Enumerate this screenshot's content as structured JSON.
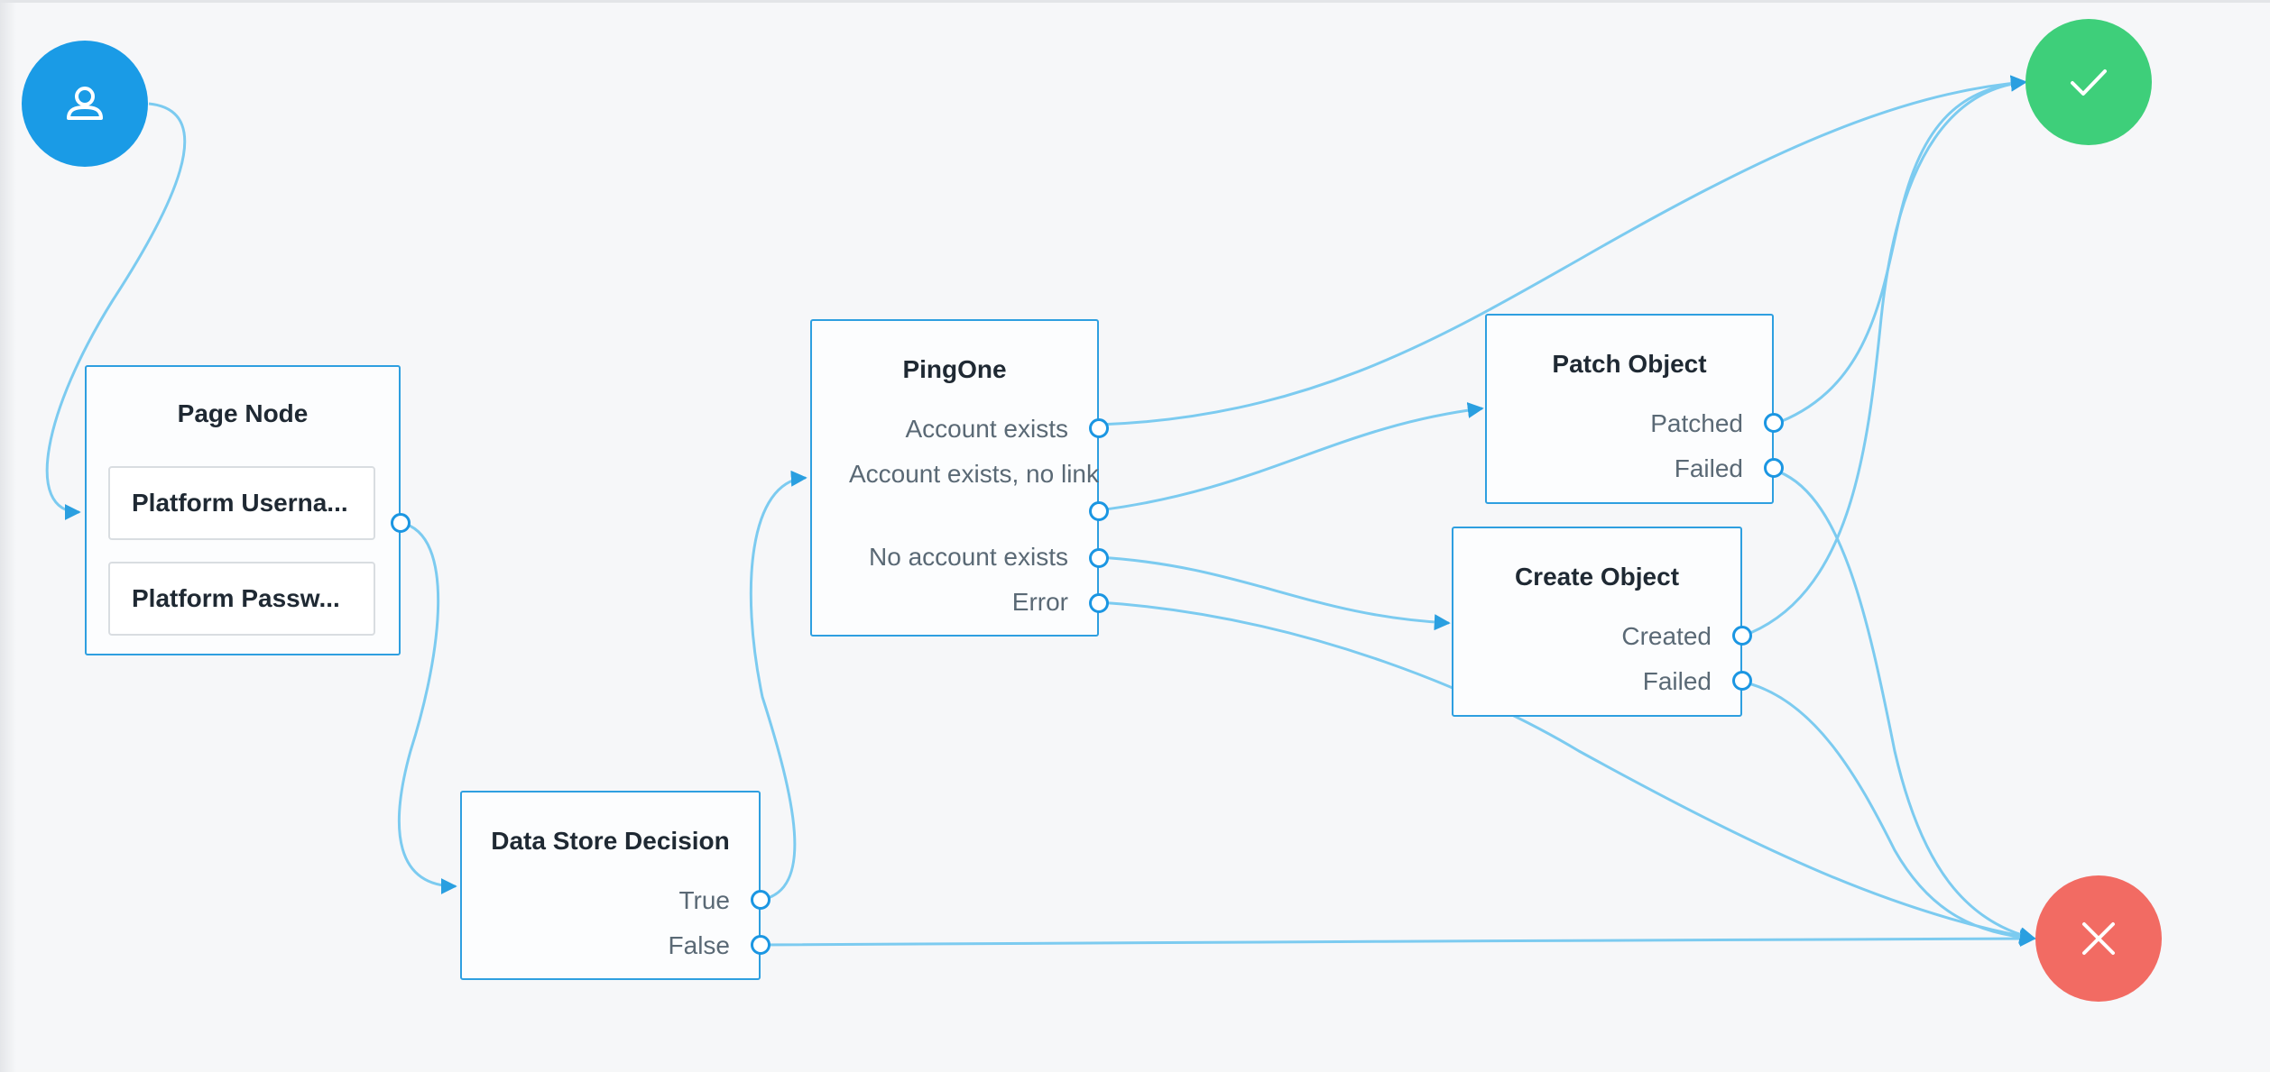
{
  "canvas": {
    "colors": {
      "link": "#7ccbf0",
      "port": "#1b96e2",
      "node_border": "#2e9fe0",
      "start": "#1a9be6",
      "success": "#3ecf7a",
      "failure": "#f26b63"
    }
  },
  "start_node": {
    "icon": "user-icon"
  },
  "success_node": {
    "icon": "check-icon"
  },
  "failure_node": {
    "icon": "close-icon"
  },
  "nodes": {
    "page_node": {
      "title": "Page Node",
      "children": [
        "Platform Userna...",
        "Platform Passw..."
      ]
    },
    "data_store_decision": {
      "title": "Data Store Decision",
      "outcomes": [
        "True",
        "False"
      ]
    },
    "pingone": {
      "title": "PingOne",
      "outcomes": [
        "Account exists",
        "Account exists, no link",
        "No account exists",
        "Error"
      ]
    },
    "patch_object": {
      "title": "Patch Object",
      "outcomes": [
        "Patched",
        "Failed"
      ]
    },
    "create_object": {
      "title": "Create Object",
      "outcomes": [
        "Created",
        "Failed"
      ]
    }
  }
}
